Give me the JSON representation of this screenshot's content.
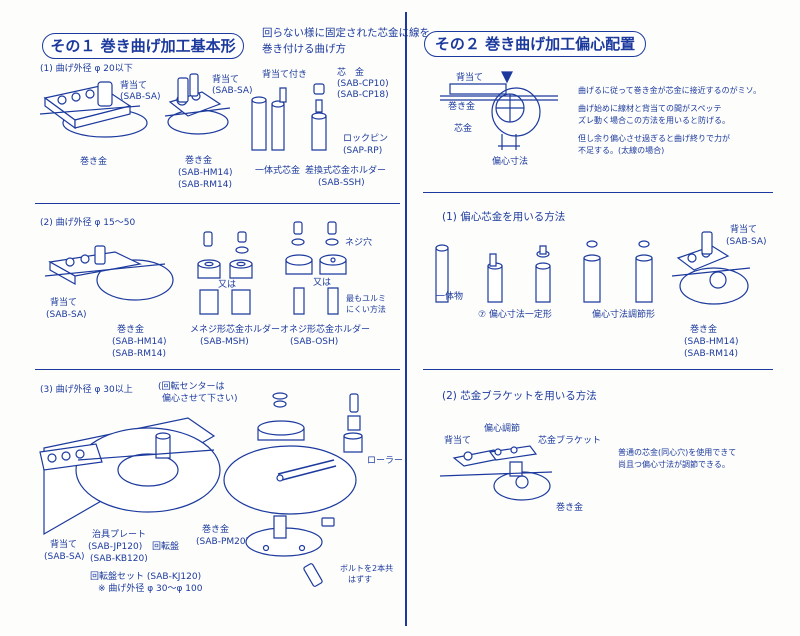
{
  "left": {
    "header": "その１ 巻き曲げ加工基本形",
    "header_note": [
      "回らない様に固定された芯金に線を",
      "巻き付ける曲げ方"
    ],
    "s1": {
      "title": "(1) 曲げ外径 φ 20以下",
      "labels": {
        "ategane_a": "背当て",
        "ategane_a_code": "(SAB-SA)",
        "makigane": "巻き金",
        "ategane_b": "背当て",
        "ategane_b_code": "(SAB-SA)",
        "makigane_b": "巻き金",
        "makigane_b_code1": "(SAB-HM14)",
        "makigane_b_code2": "(SAB-RM14)",
        "ategane_tsuki": "背当て付き",
        "shingane": "芯　金",
        "shingane_code1": "(SAB-CP10)",
        "shingane_code2": "(SAB-CP18)",
        "lockpin": "ロックピン",
        "lockpin_code": "(SAP-RP)",
        "ittai": "一体式芯金",
        "sashikae": "差換式芯金ホルダー",
        "sashikae_code": "(SAB-SSH)"
      }
    },
    "s2": {
      "title": "(2) 曲げ外径 φ 15〜50",
      "labels": {
        "ategane": "背当て",
        "ategane_code": "(SAB-SA)",
        "makigane": "巻き金",
        "makigane_code1": "(SAB-HM14)",
        "makigane_code2": "(SAB-RM14)",
        "mata": "又は",
        "mata2": "又は",
        "mesu": "メネジ形芯金ホルダー",
        "mesu_code": "(SAB-MSH)",
        "osu": "オネジ形芯金ホルダー",
        "osu_code": "(SAB-OSH)",
        "neji": "ネジ穴",
        "yurumi": [
          "最もユルミ",
          "にくい方法"
        ]
      }
    },
    "s3": {
      "title": "(3) 曲げ外径 φ 30以上",
      "note": [
        "(回転センターは",
        "偏心させて下さい)"
      ],
      "labels": {
        "roller": "ローラー",
        "makigane": "巻き金",
        "makigane_code": "(SAB-PM20)",
        "ategane": "背当て",
        "ategane_code": "(SAB-SA)",
        "jigu": "治具プレート",
        "jigu_code": "(SAB-JP120)",
        "kaiten": "回転盤",
        "kaiten_code": "(SAB-KB120)",
        "set": "回転盤セット (SAB-KJ120)",
        "set_note": "※ 曲げ外径 φ 30〜φ 100",
        "bolt": [
          "ボルトを2本共",
          "はずす"
        ]
      }
    }
  },
  "right": {
    "header": "その２ 巻き曲げ加工偏心配置",
    "top": {
      "labels": {
        "ategane": "背当て",
        "makigane": "巻き金",
        "shingane": "芯金",
        "henshin": "偏心寸法"
      },
      "notes": [
        "曲げるに従って巻き金が芯金に接近するのがミソ。",
        "曲げ始めに線材と背当ての間がスペッテ",
        "ズレ動く場合この方法を用いると防げる。",
        "但し余り偏心させ過ぎると曲げ終りで力が",
        "不足する。(太線の場合)"
      ]
    },
    "s1": {
      "title": "(1) 偏心芯金を用いる方法",
      "labels": {
        "ittai": "一体物",
        "fixed": "⑦ 偏心寸法一定形",
        "adjust": "偏心寸法調節形",
        "ategane": "背当て",
        "ategane_code": "(SAB-SA)",
        "makigane": "巻き金",
        "makigane_code1": "(SAB-HM14)",
        "makigane_code2": "(SAB-RM14)"
      }
    },
    "s2": {
      "title": "(2) 芯金ブラケットを用いる方法",
      "labels": {
        "ategane": "背当て",
        "henshin_chosetsu": "偏心調節",
        "bracket": "芯金ブラケット",
        "makigane": "巻き金"
      },
      "note": [
        "普通の芯金(同心穴)を使用できて",
        "尚且つ偏心寸法が調節できる。"
      ]
    }
  },
  "colors": {
    "ink": "#1c3a9e",
    "paper": "#fdfdfb"
  }
}
